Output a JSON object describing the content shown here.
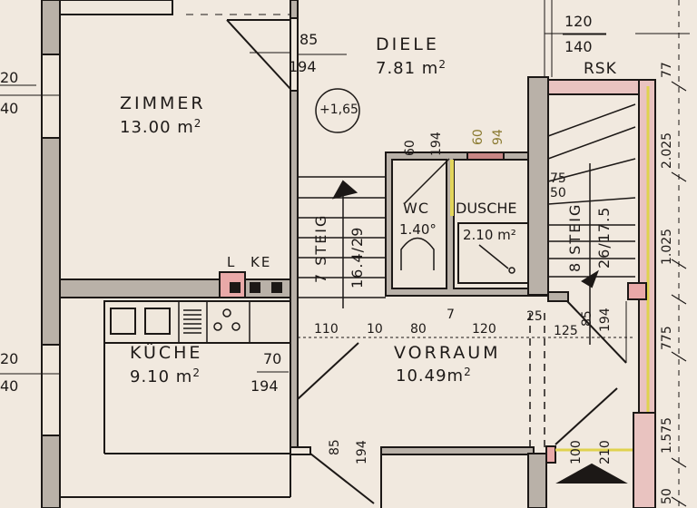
{
  "rooms": {
    "zimmer": {
      "name": "ZIMMER",
      "area": "13.00 m",
      "area_sup": "2"
    },
    "diele": {
      "name": "DIELE",
      "area": "7.81 m",
      "area_sup": "2"
    },
    "kueche": {
      "name": "KÜCHE",
      "area": "9.10 m",
      "area_sup": "2"
    },
    "vorraum": {
      "name": "VORRAUM",
      "area": "10.49m",
      "area_sup": "2"
    },
    "wc": {
      "name": "WC",
      "sub": "1.40°"
    },
    "dusche": {
      "name": "DUSCHE",
      "area": "2.10 m²"
    }
  },
  "level_marker": "+1,65",
  "shafts": {
    "l": "L",
    "ke": "KE",
    "rsk": "RSK"
  },
  "stairs": {
    "left": {
      "label": "7 STEIG",
      "ratio": "16.4/29"
    },
    "right": {
      "label": "8 STEIG",
      "ratio": "26/17.5"
    }
  },
  "dimensions": {
    "left_window_top": {
      "w": "20",
      "h": "40"
    },
    "left_window_bottom": {
      "w": "20",
      "h": "40"
    },
    "diele_door": {
      "w": "85",
      "h": "194"
    },
    "kueche_door": {
      "w": "70",
      "h": "194"
    },
    "wc_door": {
      "w": "60",
      "h": "194"
    },
    "dusche_door": {
      "w": "60",
      "h": "94"
    },
    "rsk_window": {
      "w": "120",
      "h": "140"
    },
    "stair_door": {
      "w": "75",
      "h": "50"
    },
    "right_door": {
      "w": "85",
      "h": "194"
    },
    "bottom_door": {
      "w": "85",
      "h": "194"
    },
    "entry_door": {
      "w": "100",
      "h": "210"
    },
    "vorraum_chain": [
      "110",
      "10",
      "80",
      "7",
      "120",
      "25",
      "125"
    ],
    "right_chain": [
      "77",
      "2.025",
      "1.025",
      "775",
      "1.575",
      "50"
    ]
  }
}
